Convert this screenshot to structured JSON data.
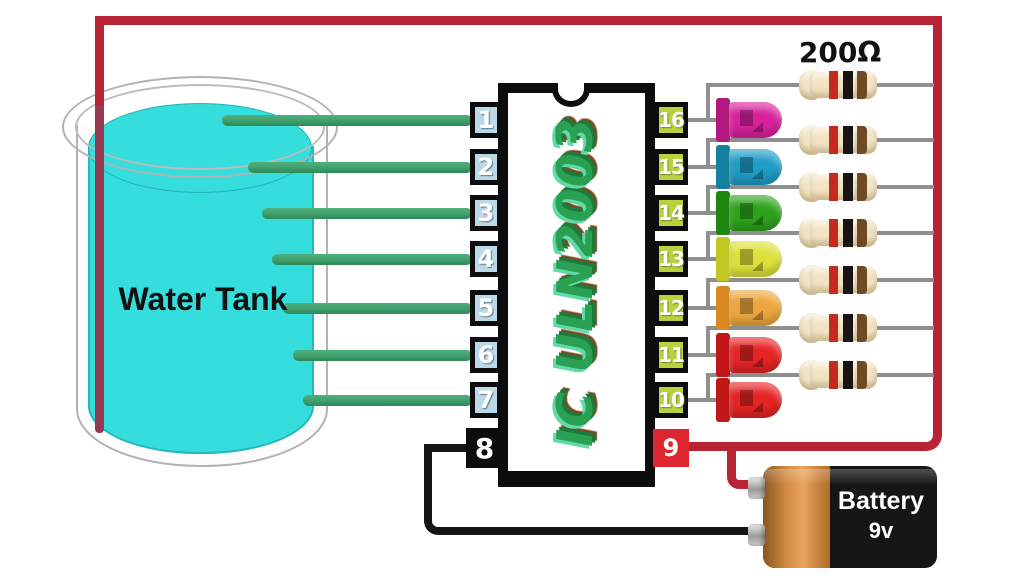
{
  "tank": {
    "label": "Water Tank",
    "water_color": "#35dedd"
  },
  "ic": {
    "label": "IC ULN2003",
    "label_color": "#2aa052",
    "left_pins": [
      "1",
      "2",
      "3",
      "4",
      "5",
      "6",
      "7"
    ],
    "ground_pin": "8",
    "right_pins": [
      "16",
      "15",
      "14",
      "13",
      "12",
      "11",
      "10"
    ],
    "power_pin": "9",
    "left_pin_color": "#bcd9e8",
    "right_pin_color": "#b6d23c",
    "ground_pin_color": "#0d0d0d",
    "power_pin_color": "#dd2630"
  },
  "resistors": {
    "value_label": "200Ω",
    "count": 7,
    "body_color": "#f2e4c2",
    "band_colors": [
      "#c8291f",
      "#191314",
      "#6e4a25"
    ],
    "band_names": [
      "red",
      "black",
      "brown"
    ]
  },
  "leds": [
    {
      "name": "magenta",
      "color": "#d9219e",
      "base_color": "#b2187e"
    },
    {
      "name": "blue",
      "color": "#1f9dc6",
      "base_color": "#14809f"
    },
    {
      "name": "green",
      "color": "#2da31c",
      "base_color": "#1d8711"
    },
    {
      "name": "yellow",
      "color": "#dde23a",
      "base_color": "#c2c821"
    },
    {
      "name": "orange",
      "color": "#eda63e",
      "base_color": "#d8891f"
    },
    {
      "name": "red",
      "color": "#e62424",
      "base_color": "#c21717"
    },
    {
      "name": "red-2",
      "color": "#e62424",
      "base_color": "#c21717"
    }
  ],
  "battery": {
    "label": "Battery",
    "voltage": "9v",
    "body_color": "#161616",
    "cap_color": "#d18a42"
  },
  "wires": {
    "positive_color": "#b92434",
    "probe_in_water_color": "#95394e",
    "sensor_color": "#3f9e6d",
    "led_wire_color": "#8f8f8f",
    "ground_color": "#151515"
  }
}
